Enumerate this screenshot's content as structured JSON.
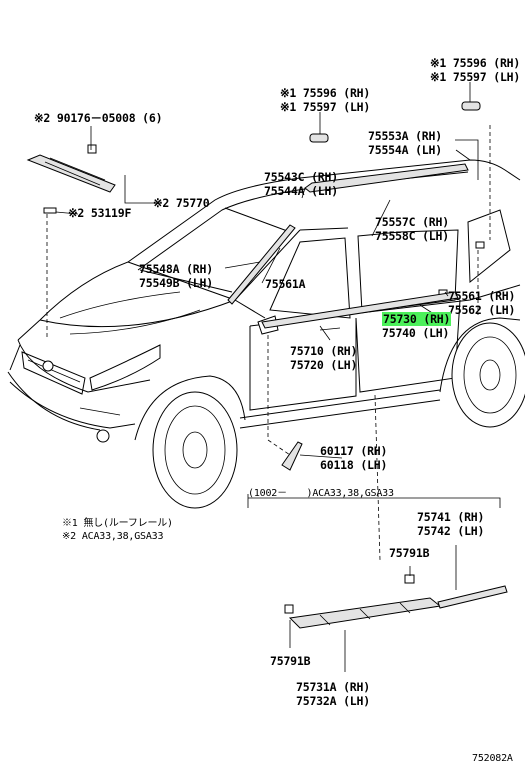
{
  "labels": {
    "p75596_top": "※1 75596 (RH)",
    "p75597_top": "※1 75597 (LH)",
    "p75596_mid": "※1 75596 (RH)",
    "p75597_mid": "※1 75597 (LH)",
    "p90176": "※2 90176－05008 (6)",
    "p75553a": "75553A (RH)",
    "p75554a": "75554A (LH)",
    "p75543c": "75543C (RH)",
    "p75544a": "75544A (LH)",
    "p53119f": "※2 53119F",
    "p75770": "※2 75770",
    "p75557c": "75557C (RH)",
    "p75558c": "75558C (LH)",
    "p75548a": "75548A (RH)",
    "p75549b": "75549B (LH)",
    "p75561a": "75561A",
    "p75561": "75561 (RH)",
    "p75562": "75562 (LH)",
    "p75730": "75730 (RH)",
    "p75740": "75740 (LH)",
    "p75710": "75710 (RH)",
    "p75720": "75720 (LH)",
    "p60117": "60117 (RH)",
    "p60118": "60118 (LH)",
    "p75741": "75741 (RH)",
    "p75742": "75742 (LH)",
    "p75791b_top": "75791B",
    "p75791b_bot": "75791B",
    "p75731a": "75731A (RH)",
    "p75732a": "75732A (LH)"
  },
  "highlight": {
    "part": "75730 (RH)",
    "color": "#4cf05a"
  },
  "range_note": "(1002－　　)ACA33,38,GSA33",
  "notes": {
    "note1": "※1 無し(ルーフレール)",
    "note2": "※2 ACA33,38,GSA33"
  },
  "figure_id": "752082A"
}
